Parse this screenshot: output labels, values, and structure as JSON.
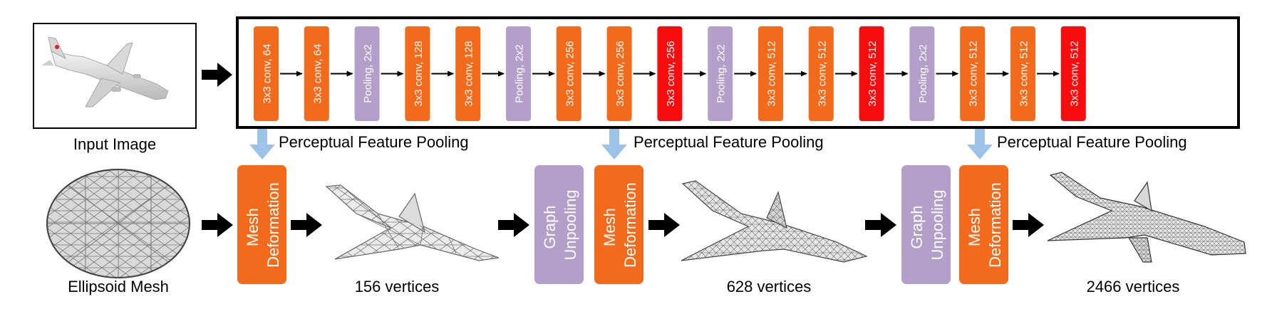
{
  "colors": {
    "conv": "#f26a1b",
    "conv_highlight": "#f70d0d",
    "pooling": "#b39fca",
    "graph_unpooling": "#b39fca",
    "mesh_deformation": "#f26a1b",
    "feature_arrow": "#9dc3e6",
    "arrow": "#000000",
    "frame": "#000000"
  },
  "input": {
    "label": "Input Image",
    "icon": "airplane-photo-icon"
  },
  "cnn": {
    "layers": [
      {
        "label": "3x3 conv, 64",
        "kind": "conv"
      },
      {
        "label": "3x3 conv, 64",
        "kind": "conv"
      },
      {
        "label": "Pooling, 2x2",
        "kind": "pooling"
      },
      {
        "label": "3x3 conv, 128",
        "kind": "conv"
      },
      {
        "label": "3x3 conv, 128",
        "kind": "conv"
      },
      {
        "label": "Pooling, 2x2",
        "kind": "pooling"
      },
      {
        "label": "3x3 conv, 256",
        "kind": "conv"
      },
      {
        "label": "3x3 conv, 256",
        "kind": "conv"
      },
      {
        "label": "3x3 conv, 256",
        "kind": "conv_highlight"
      },
      {
        "label": "Pooling, 2x2",
        "kind": "pooling"
      },
      {
        "label": "3x3 conv, 512",
        "kind": "conv"
      },
      {
        "label": "3x3 conv, 512",
        "kind": "conv"
      },
      {
        "label": "3x3 conv, 512",
        "kind": "conv_highlight"
      },
      {
        "label": "Pooling, 2x2",
        "kind": "pooling"
      },
      {
        "label": "3x3 conv, 512",
        "kind": "conv"
      },
      {
        "label": "3x3 conv, 512",
        "kind": "conv"
      },
      {
        "label": "3x3 conv, 512",
        "kind": "conv_highlight"
      }
    ]
  },
  "perceptual_pooling_label": "Perceptual Feature Pooling",
  "ellipsoid": {
    "label": "Ellipsoid Mesh",
    "icon": "ellipsoid-mesh-icon"
  },
  "blocks": {
    "mesh_deformation": [
      "Mesh",
      "Deformation"
    ],
    "graph_unpooling": [
      "Graph",
      "Unpooling"
    ]
  },
  "stages": [
    {
      "vertices_label": "156 vertices",
      "icon": "coarse-airplane-mesh-icon"
    },
    {
      "vertices_label": "628 vertices",
      "icon": "medium-airplane-mesh-icon"
    },
    {
      "vertices_label": "2466 vertices",
      "icon": "fine-airplane-mesh-icon"
    }
  ]
}
